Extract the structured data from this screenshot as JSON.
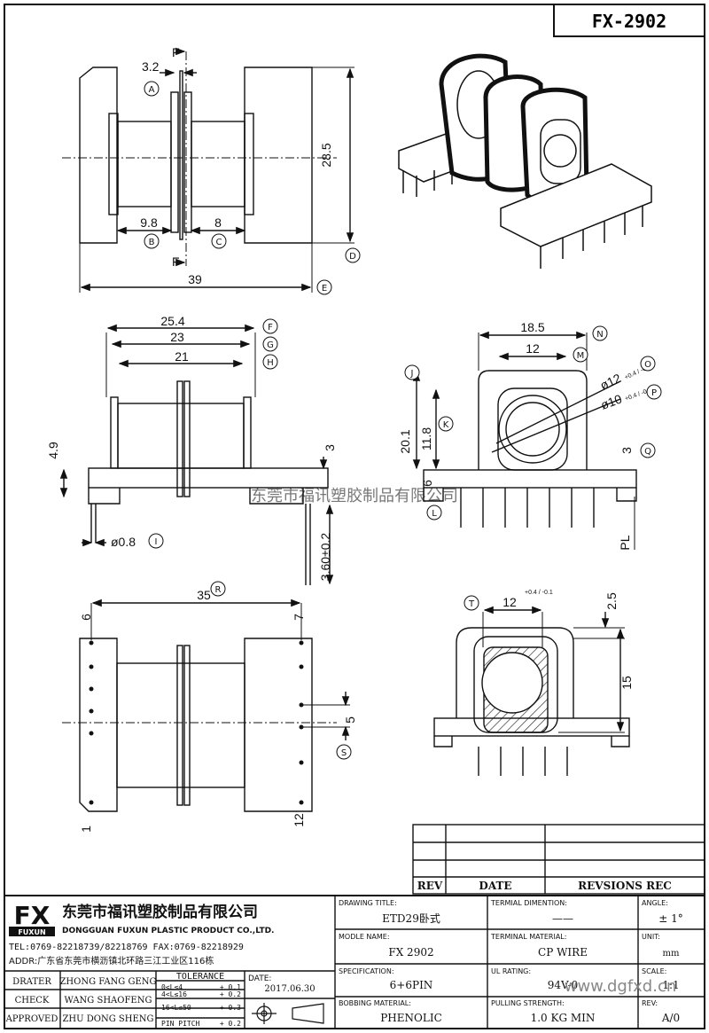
{
  "header": {
    "model_code": "FX-2902"
  },
  "views": {
    "top_dims": [
      "3.2",
      "28.5",
      "9.8",
      "8",
      "39"
    ],
    "top_cut_label": "F",
    "front_dims": [
      "25.4",
      "23",
      "21",
      "4.9",
      "3",
      "ø0.8",
      "3.60±0.2"
    ],
    "side_dims": [
      "18.5",
      "12",
      "20.1",
      "11.8",
      "6",
      "3",
      "PL"
    ],
    "side_dia_1": "ø12",
    "side_dia_1_tol": "+0.4 / -0.1",
    "side_dia_2": "ø10",
    "side_dia_2_tol": "+0.4 / -0.1",
    "bottom_dims": [
      "35",
      "5"
    ],
    "pin_numbers": [
      "6",
      "7",
      "1",
      "12"
    ],
    "section_dims": [
      "12",
      "2.5",
      "15"
    ],
    "section_tol": "+0.4 / -0.1"
  },
  "callouts": [
    "A",
    "B",
    "C",
    "D",
    "E",
    "F",
    "G",
    "H",
    "I",
    "J",
    "K",
    "L",
    "M",
    "N",
    "O",
    "P",
    "Q",
    "R",
    "S",
    "T"
  ],
  "watermark": "东莞市福讯塑胶制品有限公司",
  "web_watermark": "www.dgfxd.cn",
  "revision_table": {
    "headers": [
      "REV",
      "DATE",
      "REVSIONS REC"
    ]
  },
  "company": {
    "logo_text": "FX",
    "logo_sub": "FUXUN",
    "name_cn": "东莞市福讯塑胶制品有限公司",
    "name_en": "DONGGUAN FUXUN PLASTIC PRODUCT CO.,LTD.",
    "tel": "TEL:0769-82218739/82218769 FAX:0769-82218929",
    "addr": "ADDR:广东省东莞市横沥镇北环路三江工业区116栋"
  },
  "staff": [
    {
      "role": "DRATER",
      "name": "ZHONG FANG GENG"
    },
    {
      "role": "CHECK",
      "name": "WANG SHAOFENG"
    },
    {
      "role": "APPROVED",
      "name": "ZHU DONG SHENG"
    }
  ],
  "tolerance": {
    "title": "TOLERANCE",
    "rows": [
      {
        "range": "0<L≤4",
        "tol": "+ 0.1"
      },
      {
        "range": "4<L≤16",
        "tol": "+ 0.2"
      },
      {
        "range": "16<L≤50",
        "tol": "+ 0.3"
      },
      {
        "range": "PIN PITCH",
        "tol": "+ 0.2"
      }
    ]
  },
  "date_label": "DATE:",
  "date": "2017.06.30",
  "fields": {
    "drawing_title_label": "DRAWING TITLE:",
    "drawing_title": "ETD29卧式",
    "model_label": "MODLE NAME:",
    "model": "FX 2902",
    "spec_label": "SPECIFICATION:",
    "spec": "6+6PIN",
    "bobbin_label": "BOBBING MATERIAL:",
    "bobbin": "PHENOLIC",
    "term_dim_label": "TERMIAL DIMENTION:",
    "term_dim": "——",
    "term_mat_label": "TERMINAL MATERIAL:",
    "term_mat": "CP WIRE",
    "ul_label": "UL RATING:",
    "ul": "94V-0",
    "pull_label": "PULLING STRENGTH:",
    "pull": "1.0 KG MIN",
    "angle_label": "ANGLE:",
    "angle": "± 1°",
    "unit_label": "UNIT:",
    "unit": "mm",
    "scale_label": "SCALE:",
    "scale": "1:1",
    "rev_label": "REV:",
    "rev": "A/0"
  }
}
